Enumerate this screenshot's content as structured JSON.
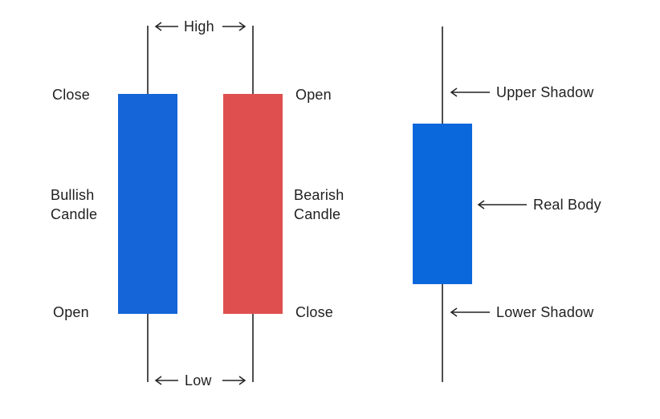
{
  "labels": {
    "high": "High",
    "low": "Low",
    "bullish_close": "Close",
    "bullish_open": "Open",
    "bullish_name_line1": "Bullish",
    "bullish_name_line2": "Candle",
    "bearish_open": "Open",
    "bearish_close": "Close",
    "bearish_name_line1": "Bearish",
    "bearish_name_line2": "Candle",
    "upper_shadow": "Upper Shadow",
    "real_body": "Real Body",
    "lower_shadow": "Lower Shadow"
  },
  "colors": {
    "bullish": "#1565d8",
    "bearish": "#e04f4f",
    "anatomy_body": "#0b67dc",
    "line": "#222222"
  }
}
